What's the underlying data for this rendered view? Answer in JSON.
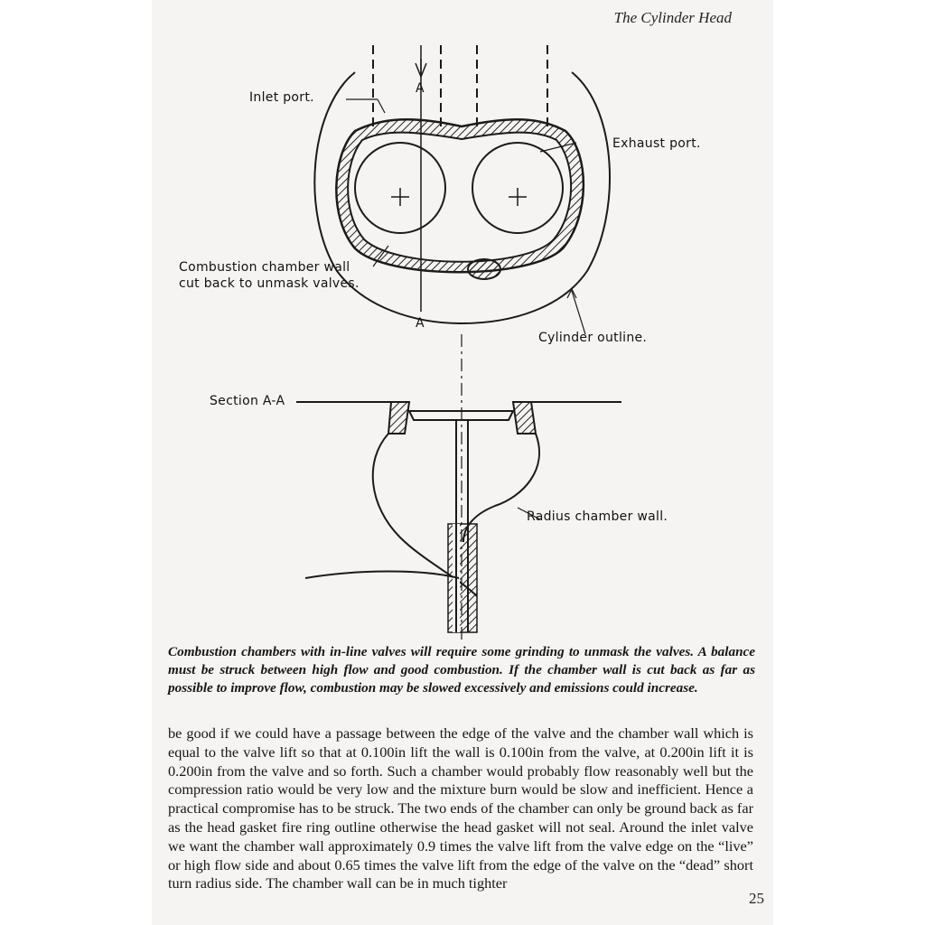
{
  "running_head": "The Cylinder Head",
  "figure": {
    "labels": {
      "inlet_port": "Inlet port.",
      "exhaust_port": "Exhaust port.",
      "section_mark_top": "A",
      "section_mark_bottom": "A",
      "combustion_wall_line1": "Combustion chamber wall",
      "combustion_wall_line2": "cut back to unmask valves.",
      "cylinder_outline": "Cylinder outline.",
      "section_aa": "Section A-A",
      "radius_wall": "Radius chamber wall."
    }
  },
  "caption": "Combustion chambers with in-line valves will require some grinding to unmask the valves. A balance must be struck between high flow and good combustion. If the chamber wall is cut back as far as possible to improve flow, combustion may be slowed excessively and emissions could increase.",
  "body_text": "be good if we could have a passage between the edge of the valve and the chamber wall which is equal to the valve lift so that at 0.100in lift the wall is 0.100in from the valve, at 0.200in lift it is 0.200in from the valve and so forth. Such a chamber would probably flow reasonably well but the compression ratio would be very low and the mixture burn would be slow and inefficient. Hence a practical compromise has to be struck. The two ends of the chamber can only be ground back as far as the head gasket fire ring outline otherwise the head gasket will not seal. Around the inlet valve we want the chamber wall approximately 0.9 times the valve lift from the valve edge on the “live” or high flow side and about 0.65 times the valve lift from the edge of the valve on the “dead” short turn radius side. The chamber wall can be in much tighter",
  "page_number": "25"
}
